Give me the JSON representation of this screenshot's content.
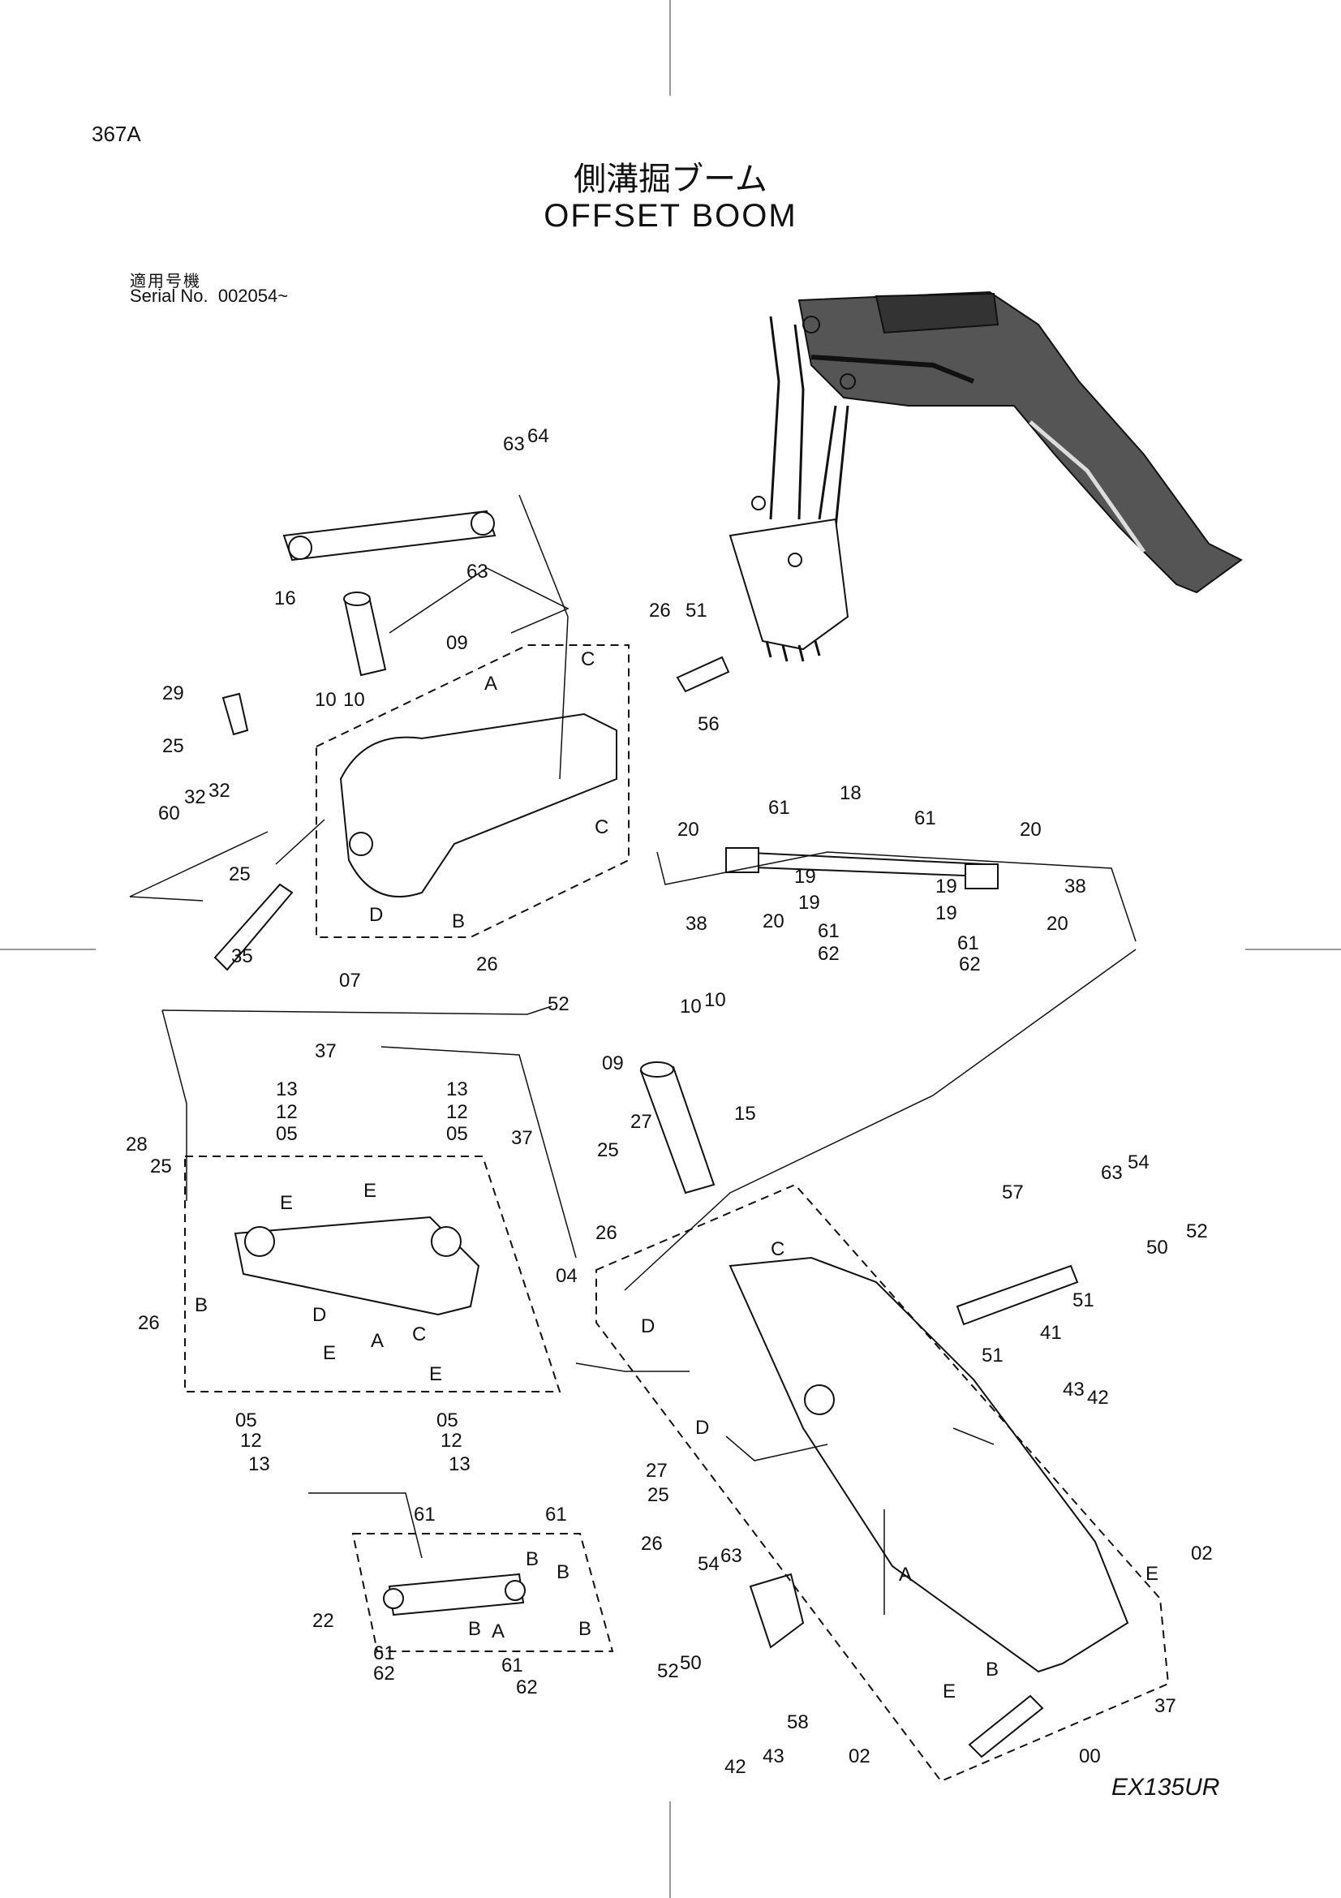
{
  "header": {
    "page_code": "367A",
    "title_jp": "側溝掘ブーム",
    "title_en": "OFFSET  BOOM",
    "serial_label_jp": "適用号機",
    "serial_label_en": "Serial No.",
    "serial_value": "002054~"
  },
  "footer": {
    "model": "EX135UR"
  },
  "callouts": [
    "63",
    "64",
    "63",
    "16",
    "09",
    "10",
    "10",
    "29",
    "25",
    "26",
    "51",
    "C",
    "A",
    "56",
    "60",
    "32",
    "32",
    "C",
    "25",
    "35",
    "D",
    "B",
    "26",
    "07",
    "52",
    "61",
    "18",
    "20",
    "61",
    "20",
    "19",
    "19",
    "38",
    "19",
    "19",
    "38",
    "20",
    "61",
    "62",
    "20",
    "61",
    "62",
    "10",
    "10",
    "09",
    "15",
    "13",
    "12",
    "05",
    "37",
    "13",
    "12",
    "05",
    "37",
    "28",
    "25",
    "E",
    "E",
    "27",
    "25",
    "26",
    "C",
    "26",
    "B",
    "04",
    "D",
    "A",
    "C",
    "E",
    "E",
    "05",
    "12",
    "13",
    "05",
    "12",
    "13",
    "D",
    "D",
    "63",
    "54",
    "50",
    "52",
    "57",
    "51",
    "51",
    "41",
    "43",
    "42",
    "27",
    "25",
    "26",
    "61",
    "61",
    "B",
    "B",
    "22",
    "B",
    "A",
    "B",
    "61",
    "62",
    "61",
    "62",
    "54",
    "63",
    "A",
    "02",
    "E",
    "52",
    "50",
    "58",
    "B",
    "E",
    "37",
    "42",
    "43",
    "02",
    "00"
  ]
}
